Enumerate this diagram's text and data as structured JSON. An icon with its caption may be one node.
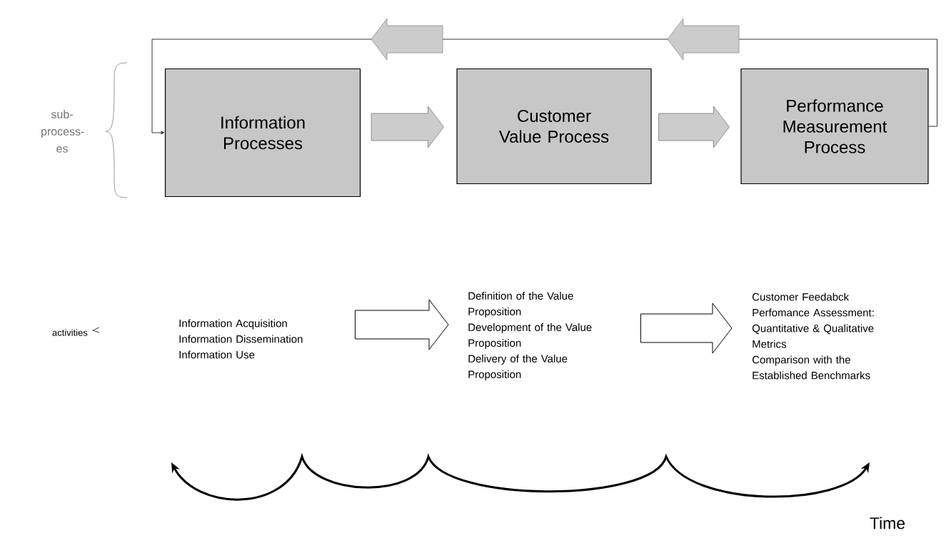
{
  "diagram": {
    "nodes": [
      {
        "text": [
          "Information Processes"
        ]
      },
      {
        "text": [
          "Customer Value Process"
        ]
      },
      {
        "text": [
          "Performance Measurement Process"
        ]
      },
      {
        "text": [
          "Information Acquisition",
          "Information Dissemination",
          "Information Use"
        ]
      },
      {
        "text": [
          "Definition of the Value Proposition",
          "Development of the Value Proposition",
          "Delivery of the Value Proposition"
        ]
      },
      {
        "text": [
          "Customer Feedabck",
          "Perfomance Assessment: Quantitative & Qualitative Metrics",
          "Comparison with the Established Benchmarks"
        ]
      }
    ],
    "edges": [
      {
        "from": 0,
        "to": 1,
        "arrow": "to"
      },
      {
        "from": 1,
        "to": 2,
        "arrow": "to"
      },
      {
        "from": 2,
        "to": 0,
        "arrow": "to"
      },
      {
        "from": 3,
        "to": 4,
        "arrow": "to"
      },
      {
        "from": 4,
        "to": 5,
        "arrow": "to"
      }
    ],
    "labels": [
      "sub- process- es",
      "activities",
      "Time"
    ]
  }
}
